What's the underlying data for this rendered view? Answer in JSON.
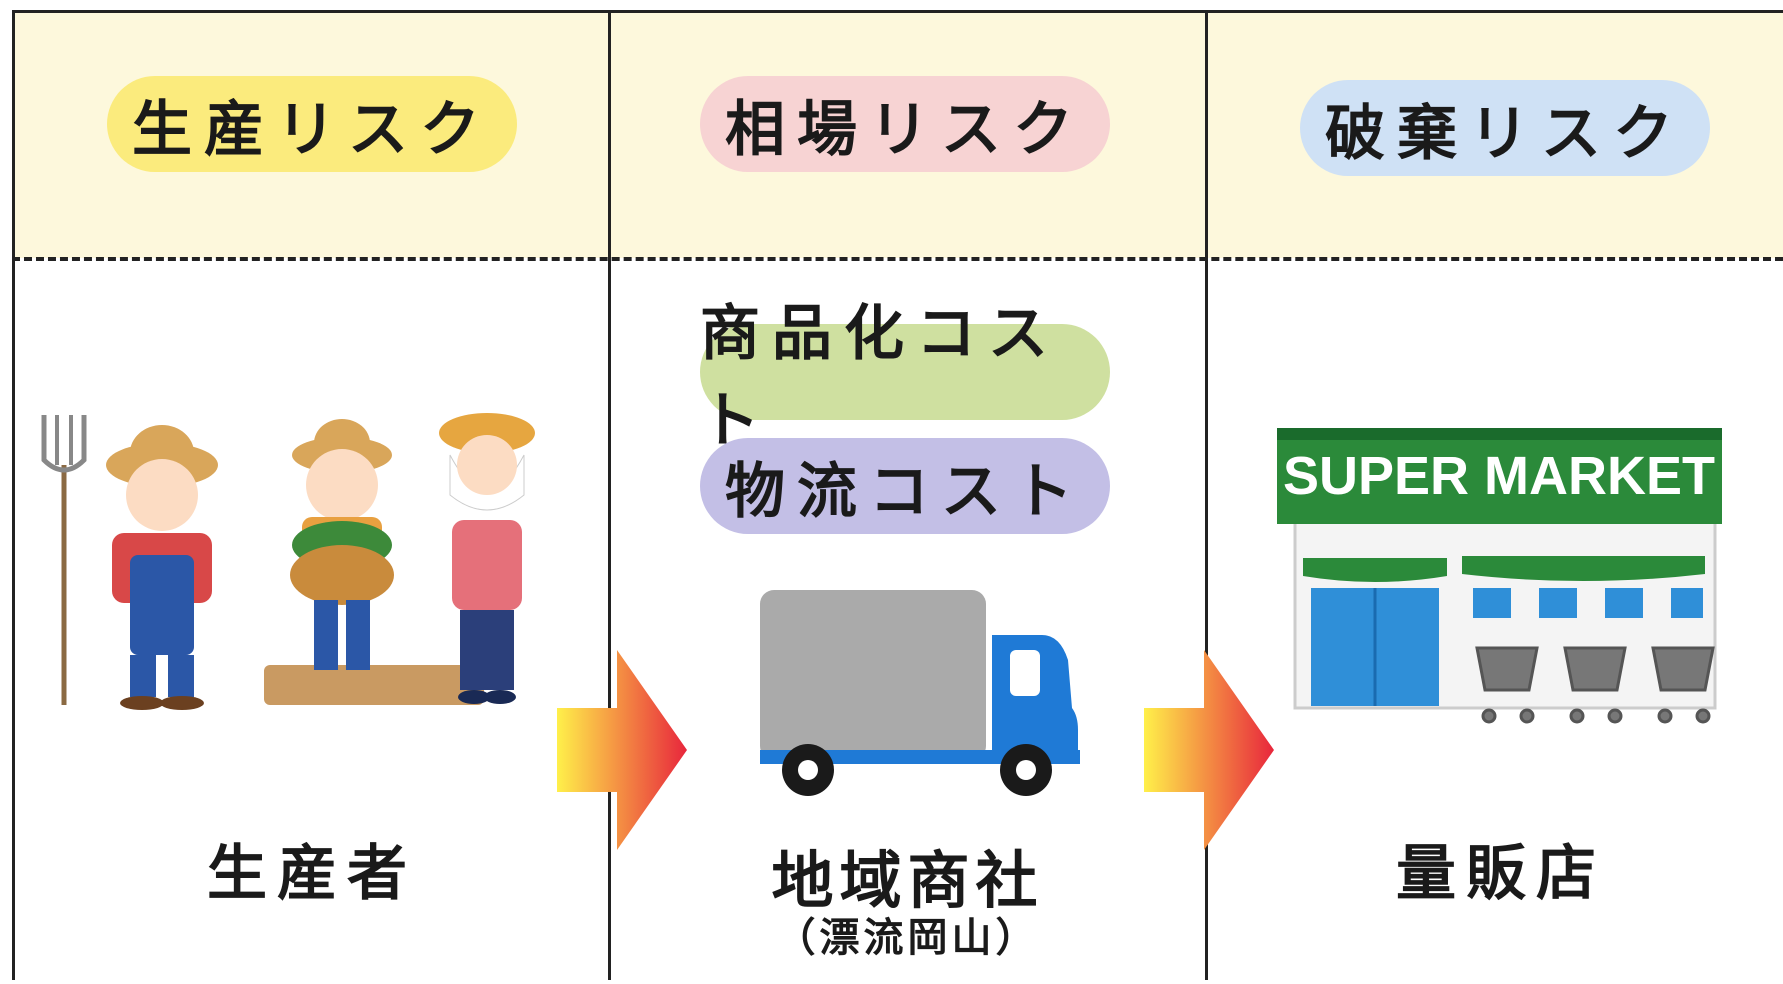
{
  "stages": [
    {
      "risk": "生産リスク",
      "risk_color": "#fbeb7d",
      "name": "生産者"
    },
    {
      "risk": "相場リスク",
      "risk_color": "#f7d3d3",
      "name": "地域商社",
      "sub": "（漂流岡山）",
      "costs": [
        {
          "label": "商品化コスト",
          "color": "#cfe0a0"
        },
        {
          "label": "物流コスト",
          "color": "#c3bfe6"
        }
      ]
    },
    {
      "risk": "破棄リスク",
      "risk_color": "#cfe1f5",
      "name": "量販店",
      "sign": "SUPER MARKET"
    }
  ],
  "colors": {
    "grid": "#222222",
    "top_bg": "#fdf8dc",
    "arrow_start": "#fff04a",
    "arrow_end": "#e8263c"
  }
}
